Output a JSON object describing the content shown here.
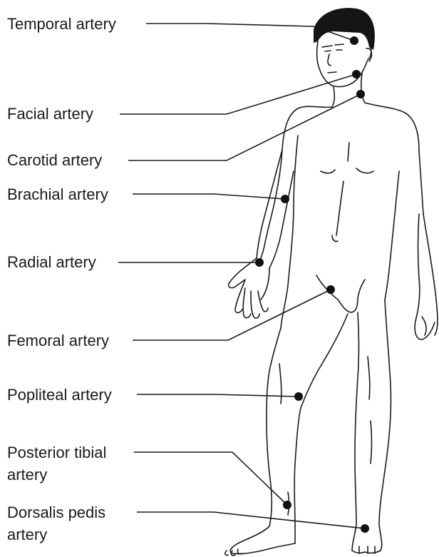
{
  "labels": {
    "temporal": "Temporal artery",
    "facial": "Facial artery",
    "carotid": "Carotid artery",
    "brachial": "Brachial artery",
    "radial": "Radial artery",
    "femoral": "Femoral artery",
    "popliteal": "Popliteal artery",
    "posterior_tibial_1": "Posterior tibial",
    "posterior_tibial_2": "artery",
    "dorsalis_pedis_1": "Dorsalis pedis",
    "dorsalis_pedis_2": "artery"
  }
}
